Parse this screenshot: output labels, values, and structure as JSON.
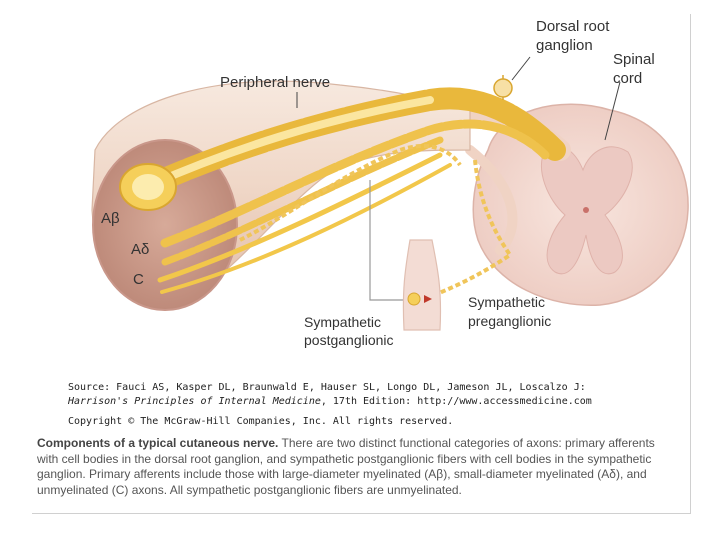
{
  "diagram": {
    "labels": {
      "dorsal_root_ganglion": [
        "Dorsal root",
        "ganglion"
      ],
      "spinal_cord": [
        "Spinal",
        "cord"
      ],
      "peripheral_nerve": "Peripheral nerve",
      "a_beta": "Aβ",
      "a_delta": "Aδ",
      "c_fiber": "C",
      "sympathetic_postganglionic": [
        "Sympathetic",
        "postganglionic"
      ],
      "sympathetic_preganglionic": [
        "Sympathetic",
        "preganglionic"
      ]
    },
    "colors": {
      "nerve_sheath": "#f1ddd0",
      "nerve_cut_face": "#c9998a",
      "axon": "#f2c74a",
      "axon_core": "#fbe9a2",
      "spinal_cord": "#f3dcd4",
      "gray_matter": "#e9c6c0",
      "arrow": "#c0392b"
    }
  },
  "credits": {
    "source_line": "Source: Fauci AS, Kasper DL, Braunwald E, Hauser SL, Longo DL, Jameson JL, Loscalzo J:",
    "book_title": "Harrison's Principles of Internal Medicine",
    "book_rest": ", 17th Edition: http://www.accessmedicine.com",
    "copyright": "Copyright © The McGraw-Hill Companies, Inc. All rights reserved."
  },
  "caption": {
    "title": "Components of a typical cutaneous nerve.",
    "body": " There are two distinct functional categories of axons: primary afferents with cell bodies in the dorsal root ganglion, and sympathetic postganglionic fibers with cell bodies in the sympathetic ganglion. Primary afferents include those with large-diameter myelinated (Aβ), small-diameter myelinated (Aδ), and unmyelinated (C) axons. All sympathetic postganglionic fibers are unmyelinated."
  }
}
